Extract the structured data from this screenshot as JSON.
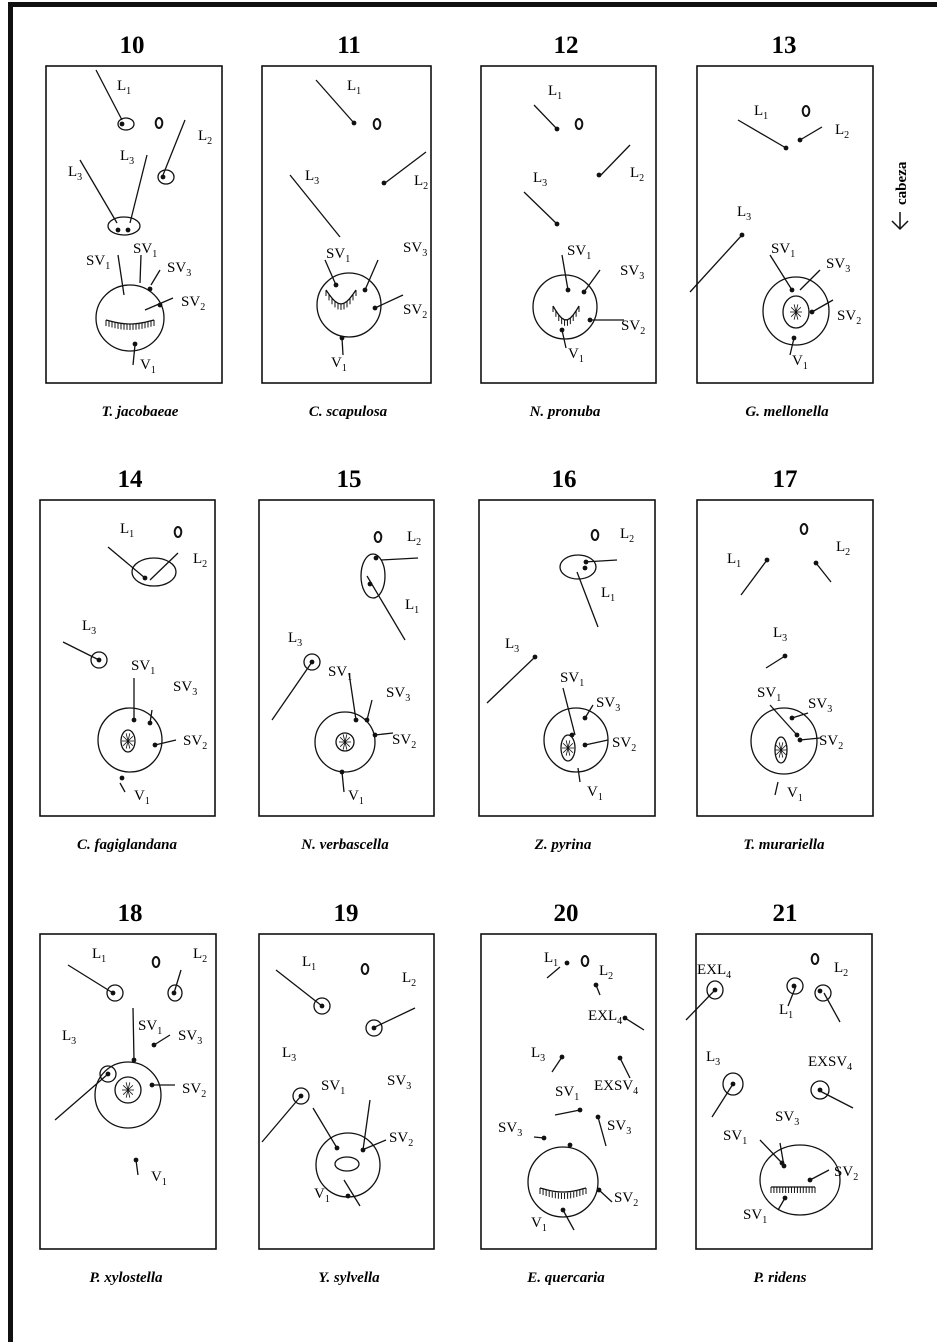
{
  "direction_label": "cabeza",
  "panels": [
    {
      "number": "10",
      "species": "T. jacobaeae",
      "labels": [
        [
          "L",
          "1"
        ],
        [
          "L",
          "2"
        ],
        [
          "L",
          "3"
        ],
        [
          "L",
          "3"
        ],
        [
          "SV",
          "1"
        ],
        [
          "SV",
          "1"
        ],
        [
          "SV",
          "3"
        ],
        [
          "SV",
          "2"
        ],
        [
          "V",
          "1"
        ]
      ]
    },
    {
      "number": "11",
      "species": "C. scapulosa",
      "labels": [
        [
          "L",
          "1"
        ],
        [
          "L",
          "3"
        ],
        [
          "L",
          "2"
        ],
        [
          "SV",
          "1"
        ],
        [
          "SV",
          "3"
        ],
        [
          "SV",
          "2"
        ],
        [
          "V",
          "1"
        ]
      ]
    },
    {
      "number": "12",
      "species": "N. pronuba",
      "labels": [
        [
          "L",
          "1"
        ],
        [
          "L",
          "2"
        ],
        [
          "L",
          "3"
        ],
        [
          "SV",
          "1"
        ],
        [
          "SV",
          "3"
        ],
        [
          "SV",
          "2"
        ],
        [
          "V",
          "1"
        ]
      ]
    },
    {
      "number": "13",
      "species": "G. mellonella",
      "labels": [
        [
          "L",
          "1"
        ],
        [
          "L",
          "2"
        ],
        [
          "L",
          "3"
        ],
        [
          "SV",
          "1"
        ],
        [
          "SV",
          "3"
        ],
        [
          "SV",
          "2"
        ],
        [
          "V",
          "1"
        ]
      ]
    },
    {
      "number": "14",
      "species": "C. fagiglandana",
      "labels": [
        [
          "L",
          "1"
        ],
        [
          "L",
          "2"
        ],
        [
          "L",
          "3"
        ],
        [
          "SV",
          "1"
        ],
        [
          "SV",
          "3"
        ],
        [
          "SV",
          "2"
        ],
        [
          "V",
          "1"
        ]
      ]
    },
    {
      "number": "15",
      "species": "N. verbascella",
      "labels": [
        [
          "L",
          "2"
        ],
        [
          "L",
          "1"
        ],
        [
          "L",
          "3"
        ],
        [
          "SV",
          "1"
        ],
        [
          "SV",
          "3"
        ],
        [
          "SV",
          "2"
        ],
        [
          "V",
          "1"
        ]
      ]
    },
    {
      "number": "16",
      "species": "Z. pyrina",
      "labels": [
        [
          "L",
          "2"
        ],
        [
          "L",
          "1"
        ],
        [
          "L",
          "3"
        ],
        [
          "SV",
          "1"
        ],
        [
          "SV",
          "3"
        ],
        [
          "SV",
          "2"
        ],
        [
          "V",
          "1"
        ]
      ]
    },
    {
      "number": "17",
      "species": "T. murariella",
      "labels": [
        [
          "L",
          "1"
        ],
        [
          "L",
          "2"
        ],
        [
          "L",
          "3"
        ],
        [
          "SV",
          "1"
        ],
        [
          "SV",
          "3"
        ],
        [
          "SV",
          "2"
        ],
        [
          "V",
          "1"
        ]
      ]
    },
    {
      "number": "18",
      "species": "P. xylostella",
      "labels": [
        [
          "L",
          "1"
        ],
        [
          "L",
          "2"
        ],
        [
          "L",
          "3"
        ],
        [
          "SV",
          "1"
        ],
        [
          "SV",
          "3"
        ],
        [
          "SV",
          "2"
        ],
        [
          "V",
          "1"
        ]
      ]
    },
    {
      "number": "19",
      "species": "Y. sylvella",
      "labels": [
        [
          "L",
          "1"
        ],
        [
          "L",
          "2"
        ],
        [
          "L",
          "3"
        ],
        [
          "SV",
          "1"
        ],
        [
          "SV",
          "3"
        ],
        [
          "SV",
          "2"
        ],
        [
          "V",
          "1"
        ]
      ]
    },
    {
      "number": "20",
      "species": "E. quercaria",
      "labels": [
        [
          "L",
          "1"
        ],
        [
          "L",
          "2"
        ],
        [
          "EXL",
          "4"
        ],
        [
          "L",
          "3"
        ],
        [
          "EXSV",
          "4"
        ],
        [
          "SV",
          "1"
        ],
        [
          "SV",
          "3"
        ],
        [
          "SV",
          "3"
        ],
        [
          "SV",
          "2"
        ],
        [
          "V",
          "1"
        ]
      ]
    },
    {
      "number": "21",
      "species": "P. ridens",
      "labels": [
        [
          "EXL",
          "4"
        ],
        [
          "L",
          "2"
        ],
        [
          "L",
          "1"
        ],
        [
          "L",
          "3"
        ],
        [
          "EXSV",
          "4"
        ],
        [
          "SV",
          "3"
        ],
        [
          "SV",
          "1"
        ],
        [
          "SV",
          "2"
        ],
        [
          "SV",
          "1"
        ]
      ]
    }
  ]
}
